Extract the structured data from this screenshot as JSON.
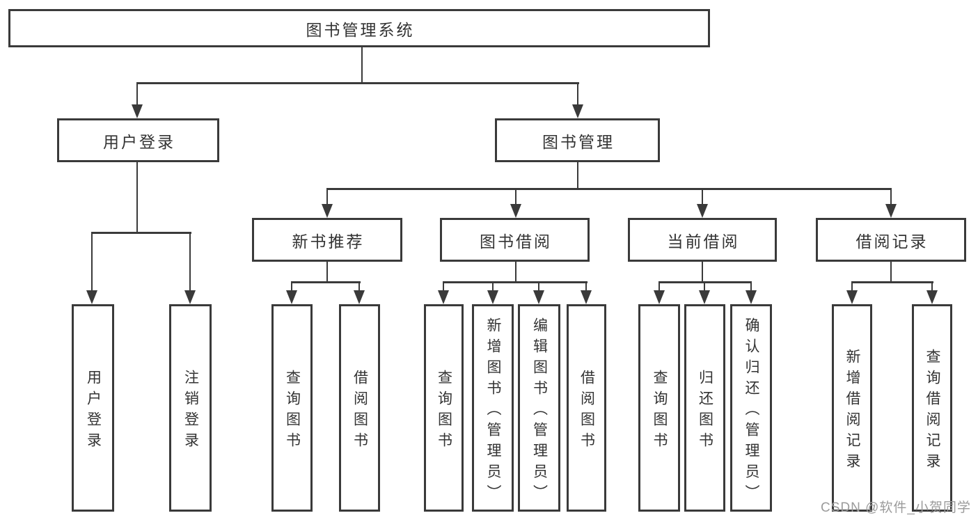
{
  "diagram": {
    "title": "图书管理系统",
    "level2": {
      "user_login": "用户登录",
      "book_management": "图书管理"
    },
    "level3": {
      "new_book_recommend": "新书推荐",
      "book_borrowing": "图书借阅",
      "current_borrowing": "当前借阅",
      "borrowing_records": "借阅记录"
    },
    "leaves": {
      "user_login": "用户登录",
      "logout": "注销登录",
      "query_books_1": "查询图书",
      "borrow_books_1": "借阅图书",
      "query_books_2": "查询图书",
      "add_book_admin": "新增图书（管理员）",
      "edit_book_admin": "编辑图书（管理员）",
      "borrow_books_2": "借阅图书",
      "query_books_3": "查询图书",
      "return_books": "归还图书",
      "confirm_return_admin": "确认归还（管理员）",
      "add_borrow_record": "新增借阅记录",
      "query_borrow_record": "查询借阅记录"
    }
  },
  "watermark": "CSDN @软件_小贺同学",
  "colors": {
    "line": "#3a3a3a",
    "text": "#333333",
    "background": "#ffffff",
    "watermark": "#9b9b9b"
  }
}
